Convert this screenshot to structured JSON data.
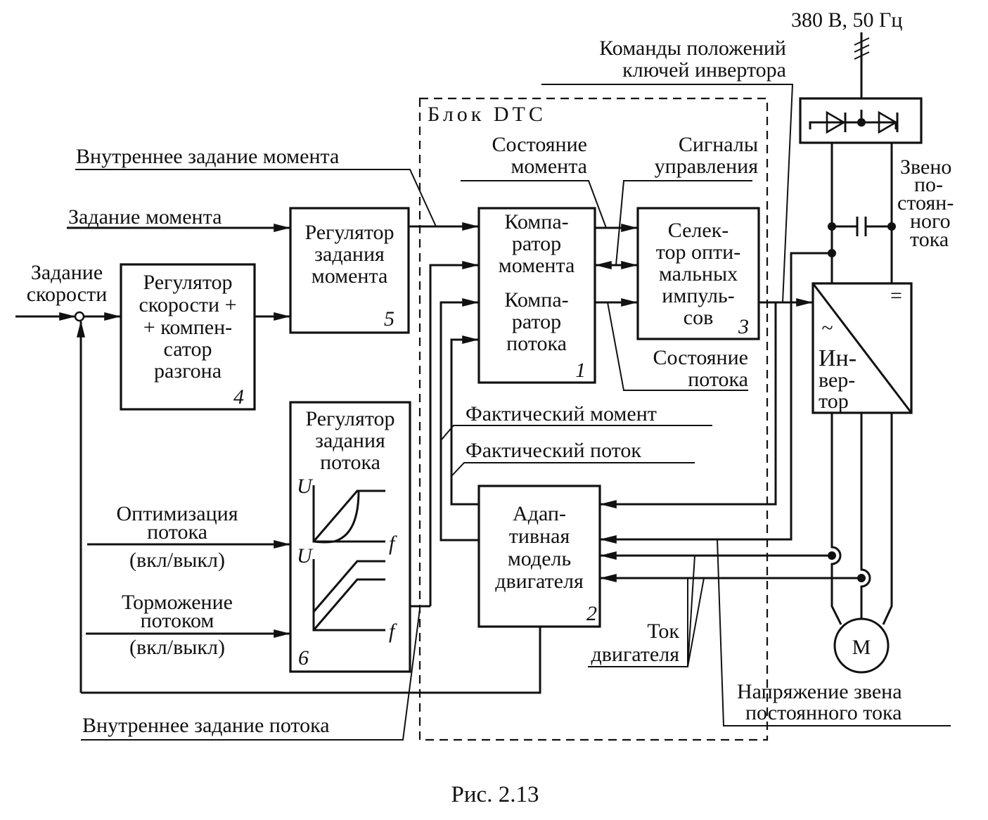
{
  "figure": {
    "caption": "Рис. 2.13",
    "dtc_block_label": "Блок DTC"
  },
  "blocks": {
    "torque_comparator": {
      "lines": [
        "Компа-",
        "ратор",
        "момента"
      ]
    },
    "flux_comparator": {
      "lines": [
        "Компа-",
        "ратор",
        "потока"
      ],
      "number": "1"
    },
    "adaptive_model": {
      "lines": [
        "Адап-",
        "тивная",
        "модель",
        "двигателя"
      ],
      "number": "2"
    },
    "pulse_selector": {
      "lines": [
        "Селек-",
        "тор опти-",
        "мальных",
        "импуль-",
        "сов"
      ],
      "number": "3"
    },
    "speed_controller": {
      "lines": [
        "Регулятор",
        "скорости +",
        "+ компен-",
        "сатор",
        "разгона"
      ],
      "number": "4"
    },
    "torque_ref_controller": {
      "lines": [
        "Регулятор",
        "задания",
        "момента"
      ],
      "number": "5"
    },
    "flux_ref_controller": {
      "lines": [
        "Регулятор",
        "задания",
        "потока"
      ],
      "number": "6",
      "axis_y": "U",
      "axis_x": "f"
    },
    "inverter": {
      "lines": [
        "Ин-",
        "вер-",
        "тор"
      ],
      "ac_symbol": "~",
      "dc_symbol": "="
    },
    "motor": {
      "label": "M"
    }
  },
  "signals": {
    "internal_torque_ref": "Внутреннее задание момента",
    "torque_ref": "Задание момента",
    "speed_ref": [
      "Задание",
      "скорости"
    ],
    "flux_optimization": [
      "Оптимизация",
      "потока",
      "(вкл/выкл)"
    ],
    "flux_braking": [
      "Торможение",
      "потоком",
      "(вкл/выкл)"
    ],
    "internal_flux_ref": "Внутреннее задание потока",
    "torque_state": [
      "Состояние",
      "момента"
    ],
    "control_signals": [
      "Сигналы",
      "управления"
    ],
    "flux_state": [
      "Состояние",
      "потока"
    ],
    "actual_torque": "Фактический момент",
    "actual_flux": "Фактический поток",
    "switch_commands": [
      "Команды положений",
      "ключей инвертора"
    ],
    "motor_current": [
      "Ток",
      "двигателя"
    ],
    "dc_link_voltage": [
      "Напряжение звена",
      "постоянного тока"
    ],
    "dc_link": [
      "Звено",
      "по-",
      "стоян-",
      "ного",
      "тока"
    ],
    "supply": "380 В,  50 Гц"
  }
}
